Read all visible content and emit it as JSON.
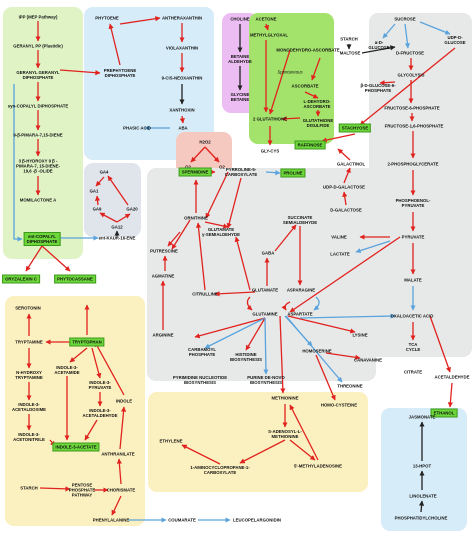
{
  "colors": {
    "red_arrow": "#e0231f",
    "blue_arrow": "#5aa3dc",
    "black_arrow": "#222222",
    "highlight": "#6cd63a",
    "box_green": "#dff3c5",
    "box_blue": "#d6ecf8",
    "box_purple": "#ecbdf2",
    "box_pink": "#f6c9c0",
    "box_lime": "#a4e36b",
    "box_gray": "#e7e9e9",
    "box_yellow": "#fbf0bf",
    "box_gray_blue": "#e0e5ec"
  },
  "nodes": {
    "ipp": "IPP (MEP Pathway)",
    "gpp": "GERANYL PP (Plastidic)",
    "ggpp": "GERANYL GERANYL\nDIPHOSPHATE",
    "syn_cpp": "syn-COPALYL DIPHOSPHATE",
    "pimara_diene": "9-β-PIMARA-7,15-DIENE",
    "hydroxy_pimara": "3 β-HYDROXY 9 β -\nPIMARA-7, 15-DIENE-\n19,6 -β -OLIDE",
    "momilactone": "MOMILACTONE A",
    "ent_cpp": "ent-COPALYL\nDIPHOSPHATE",
    "oryzalexin": "ORYZALEXIN C",
    "phytocassane": "PHYTOCASSANE",
    "prephytoene": "PREPHYTOENE\nDIPHOSPHATE",
    "phytoene": "PHYTOENE",
    "antheraxanthin": "ANTHERAXANTHIN",
    "violaxanthin": "VIOLAXANTHIN",
    "neoxanthin": "9-CIS-NEOXANTHIN",
    "xanthoxin": "XANTHOXIN",
    "phasic_acid": "PHASIC ACID",
    "aba": "ABA",
    "ga4": "GA4",
    "ga1": "GA1",
    "ga9": "GA9",
    "ga20": "GA20",
    "ga12": "GA12",
    "ent_kaurene": "ent-KAUR-16-ENE",
    "choline": "CHOLINE",
    "betaine_aldehyde": "BETAINE\nALDEHYDE",
    "glycine_betaine": "GLYCINE\nBETAINE",
    "h2o2": "H2O2",
    "o2_left": "O2",
    "o2_right": "O2",
    "acetone": "ACETONE",
    "methylglyoxal": "METHYLGLYOXAL",
    "mdha": "MONODEHYDRO-ASCORBATE",
    "spontaneous": "Spontaneous",
    "ascorbate": "ASCORBATE",
    "l_dha": "L-DEHYDRO-\nASCORBATE",
    "glutathione2": "2 GLUTATHIONE",
    "glutathione_disulfide": "GLUTATHIONE\nDISULFIDE",
    "gly_cys": "GLY-CYS",
    "starch_top": "STARCH",
    "maltose": "MALTOSE",
    "sucrose": "SUCROSE",
    "a_d_glucose": "α-D-\nGLUCOSE",
    "d_fructose": "D-FRUCTOSE",
    "udp_glucose": "UDP-D-\nGLUCOSE",
    "glycolysis": "GLYCOLYSIS",
    "bdg6p": "β-D-GLUCOSE-6-\nPHOSPHATE",
    "f6p": "FRUCTOSE-6-PHOSPHATE",
    "fbp": "FRUCTOSE-1,6-PHOSPHATE",
    "stachyose": "STACHYOSE",
    "raffinose": "RAFFINOSE",
    "galactinol": "GALACTINOL",
    "udp_galactose": "UDP-D-GALACTOSE",
    "d_galactose": "D-GALACTOSE",
    "two_pg": "2-PHOSPHOGLYCERATE",
    "pep": "PHOSPHOENOL-\nPYRUVATE",
    "spermidine": "SPERMIDINE",
    "p5c": "PYRROLINE-5-\nCARBOXYLATE",
    "proline": "PROLINE",
    "ornithine": "ORNITHINE",
    "glutamate_sa": "GLUTAMATE\nγ-SEMIALDEHYDE",
    "succinate_sa": "SUCCINATE\nSEMIALDEHYDE",
    "putrescine": "PUTRESCINE",
    "agmatine": "AGMATINE",
    "gaba": "GABA",
    "glutamate": "GLUTAMATE",
    "asparagine": "ASPARAGINE",
    "citrulline": "CITRULLINE",
    "glutamine": "GLUTAMINE",
    "aspartate": "ASPARTATE",
    "arginine": "ARGININE",
    "valine": "VALINE",
    "lactate": "LACTATE",
    "pyruvate": "PYRUVATE",
    "malate": "MALATE",
    "oaa": "OXALOACETIC ACID",
    "tca": "TCA\nCYCLE",
    "lysine": "LYSINE",
    "homoserine": "HOMOSERINE",
    "canavanine": "CANAVANINE",
    "threonine": "THREONINE",
    "carbamoyl_p": "CARBAMOYL\nPHOSPHATE",
    "histidine_bio": "HISTIDINE\nBIOSYNTHESIS",
    "pyrimidine_bio": "PYRIMIDINE NUCLEOTIDE\nBIOSYNTHESIS",
    "purine_bio": "PURINE DE-NOVO\nBIOSYNTHESIS",
    "citrate": "CITRATE",
    "acetaldehyde": "ACETALDEHYDE",
    "ethanol": "ETHANOL",
    "homo_cysteine": "HOMO-CYSTEINE",
    "methionine": "METHIONINE",
    "sam": "S-ADENOSYL-L-\nMETHIONINE",
    "ethylene": "ETHYLENE",
    "acc": "1-AMINOCYCLOPROPANE-1-\nCARBOXYLATE",
    "mta": "5'-METHYLADENOSINE",
    "jasmonate": "JASMONATE",
    "hpot": "13-HPOT",
    "linolenate": "LINOLENATE",
    "phosphatidylcholine": "PHOSPHATIDYLCHOLINE",
    "serotonin": "SEROTONIN",
    "tryptamine": "TRYPTAMINE",
    "tryptophan": "TRYPTOPHAN",
    "n_hydroxy_tryptamine": "N-HYDROXY\nTRYPTAMINE",
    "indole3_acetamide": "INDOLE-3-\nACETAMIDE",
    "indole3_pyruvate": "INDOLE-3-\nPYRUVATE",
    "indole3_acetaldoxime": "INDOLE-3-\nACETALDOXIME",
    "indole3_acetaldehyde": "INDOLE-3-\nACETALDEHYDE",
    "indole": "INDOLE",
    "indole3_acetonitrile": "INDOLE-3-\nACETONITRILE",
    "indole3_acetate": "INDOLE-3-ACETATE",
    "anthranilate": "ANTHRANILATE",
    "starch_bottom": "STARCH",
    "ppp": "PENTOSE\nPHOSPHATE\nPATHWAY",
    "chorismate": "CHORISMATE",
    "phenylalanine": "PHENYLALANINE",
    "coumarate": "COUMARATE",
    "leucopelargonidin": "LEUCOPELARGONIDIN"
  }
}
